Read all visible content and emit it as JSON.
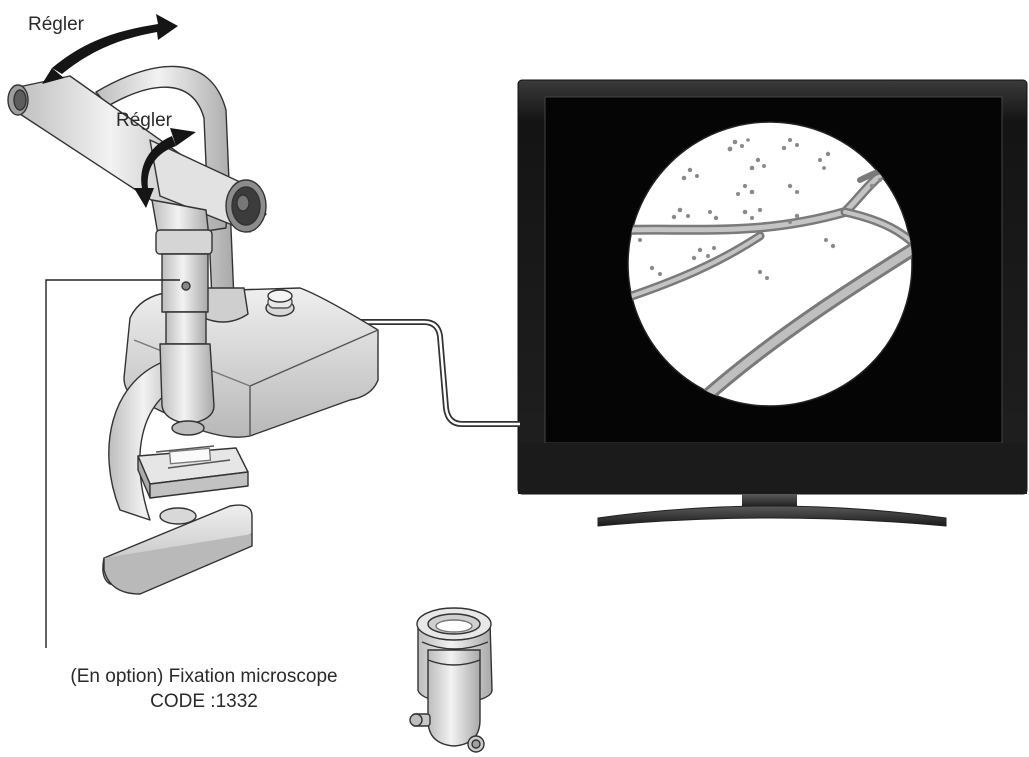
{
  "labels": {
    "adjust_top": "Régler",
    "adjust_middle": "Régler",
    "accessory_caption_line1": "(En option) Fixation microscope",
    "accessory_caption_line2": "CODE :1332"
  },
  "colors": {
    "outline": "#333333",
    "body_gray": "#dcdcdc",
    "shade_gray": "#9a9a9a",
    "monitor_frame": "#1c1c1c",
    "screen_black": "#050505",
    "view_circle": "#ffffff",
    "specimen_gray": "#8a8a8a"
  }
}
